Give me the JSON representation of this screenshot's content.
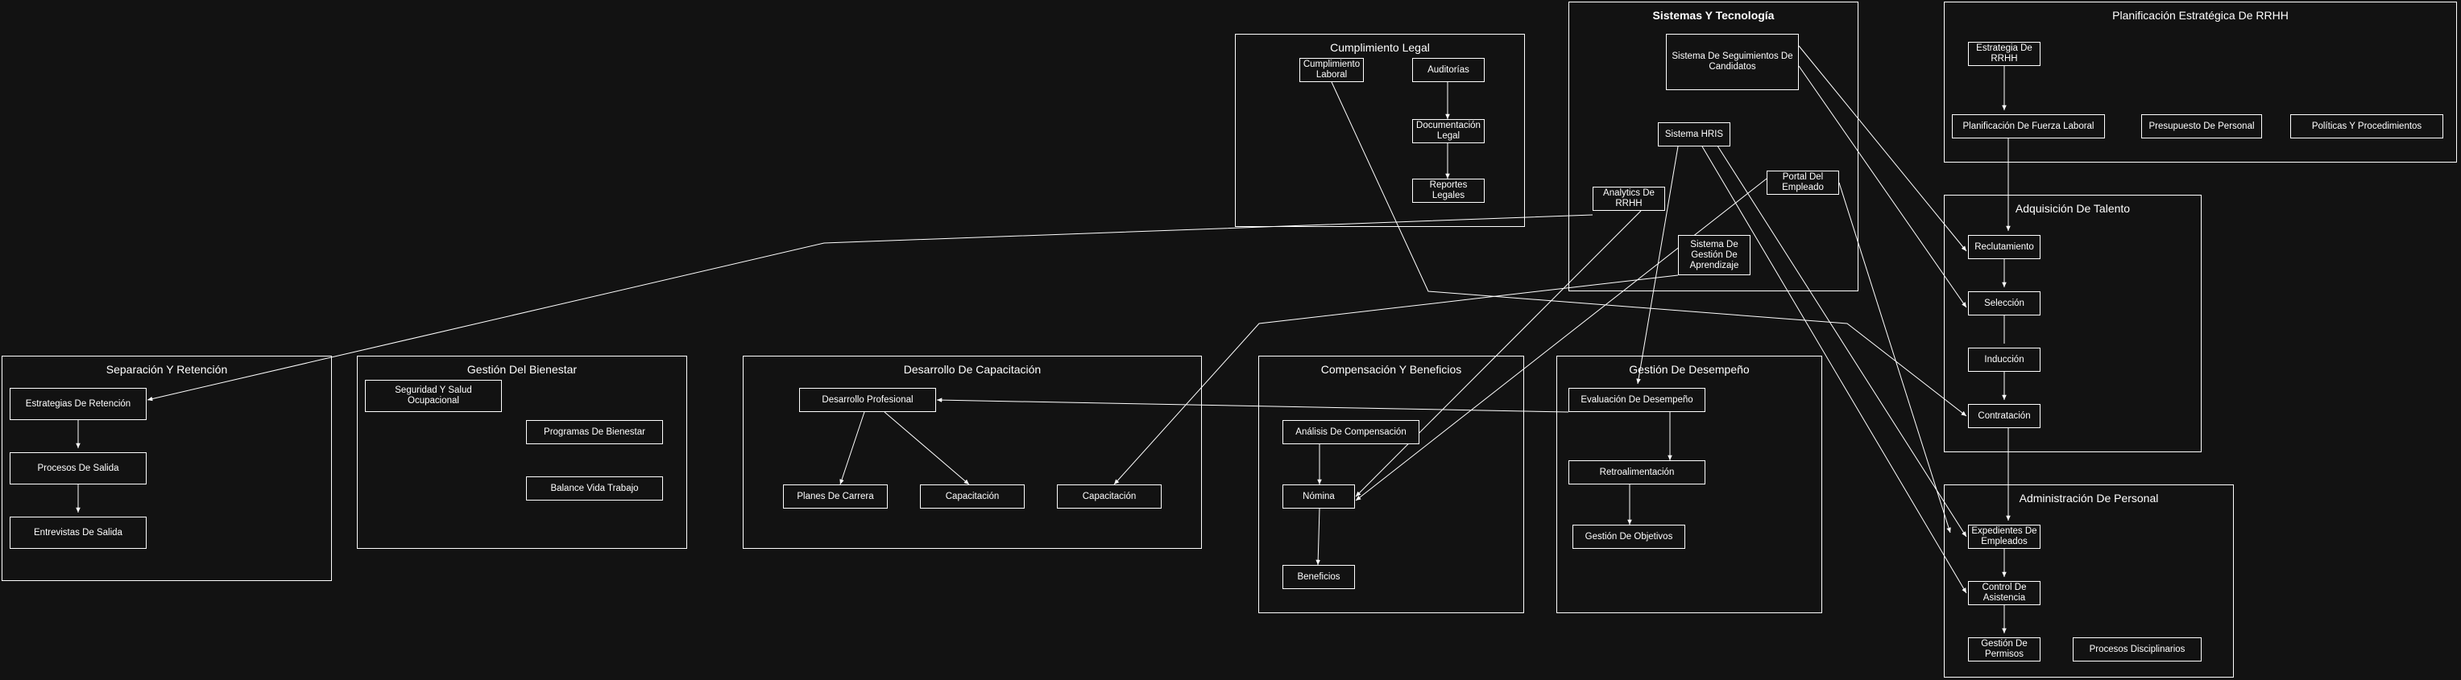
{
  "groups": {
    "cumplimiento": "Cumplimiento Legal",
    "sistemas": "Sistemas Y Tecnología",
    "planificacion": "Planificación Estratégica De RRHH",
    "adquisicion": "Adquisición De Talento",
    "administracion": "Administración De Personal",
    "separacion": "Separación  Y Retención",
    "bienestar": "Gestión Del Bienestar",
    "desarrollo": "Desarrollo  De Capacitación",
    "compensacion": "Compensación Y Beneficios",
    "desempeno": "Gestión De Desempeño"
  },
  "nodes": {
    "cumplimiento_laboral": "Cumplimiento Laboral",
    "auditorias": "Auditorías",
    "documentacion_legal": "Documentación Legal",
    "reportes_legales": "Reportes Legales",
    "sistema_seguimientos": "Sistema De Seguimientos De Candidatos",
    "sistema_hris": "Sistema HRIS",
    "analytics_rrhh": "Analytics De RRHH",
    "portal_empleado": "Portal Del Empleado",
    "sistema_aprendizaje": "Sistema De Gestión De Aprendizaje",
    "estrategia_rrhh": "Estrategia De RRHH",
    "planificacion_fuerza": "Planificación De Fuerza Laboral",
    "presupuesto_personal": "Presupuesto De Personal",
    "politicas": "Políticas Y Procedimientos",
    "reclutamiento": "Reclutamiento",
    "seleccion": "Selección",
    "induccion": "Inducción",
    "contratacion": "Contratación",
    "expedientes": "Expedientes De Empleados",
    "control_asistencia": "Control De Asistencia",
    "gestion_permisos": "Gestión De Permisos",
    "procesos_disciplinarios": "Procesos Disciplinarios",
    "estrategias_retencion": "Estrategias De Retención",
    "procesos_salida": "Procesos De Salida",
    "entrevistas_salida": "Entrevistas De Salida",
    "seguridad_salud": "Seguridad  Y Salud Ocupacional",
    "programas_bienestar": "Programas De Bienestar",
    "balance_vida": "Balance Vida Trabajo",
    "desarrollo_profesional": "Desarrollo Profesional",
    "planes_carrera": "Planes De Carrera",
    "capacitacion_1": "Capacitación",
    "capacitacion_2": "Capacitación",
    "analisis_compensacion": "Análisis De Compensación",
    "nomina": "Nómina",
    "beneficios": "Beneficios",
    "evaluacion_desempeno": "Evaluación  De Desempeño",
    "retroalimentacion": "Retroalimentación",
    "gestion_objetivos": "Gestión De Objetivos"
  },
  "colors": {
    "background": "#121212",
    "stroke": "#ffffff"
  }
}
